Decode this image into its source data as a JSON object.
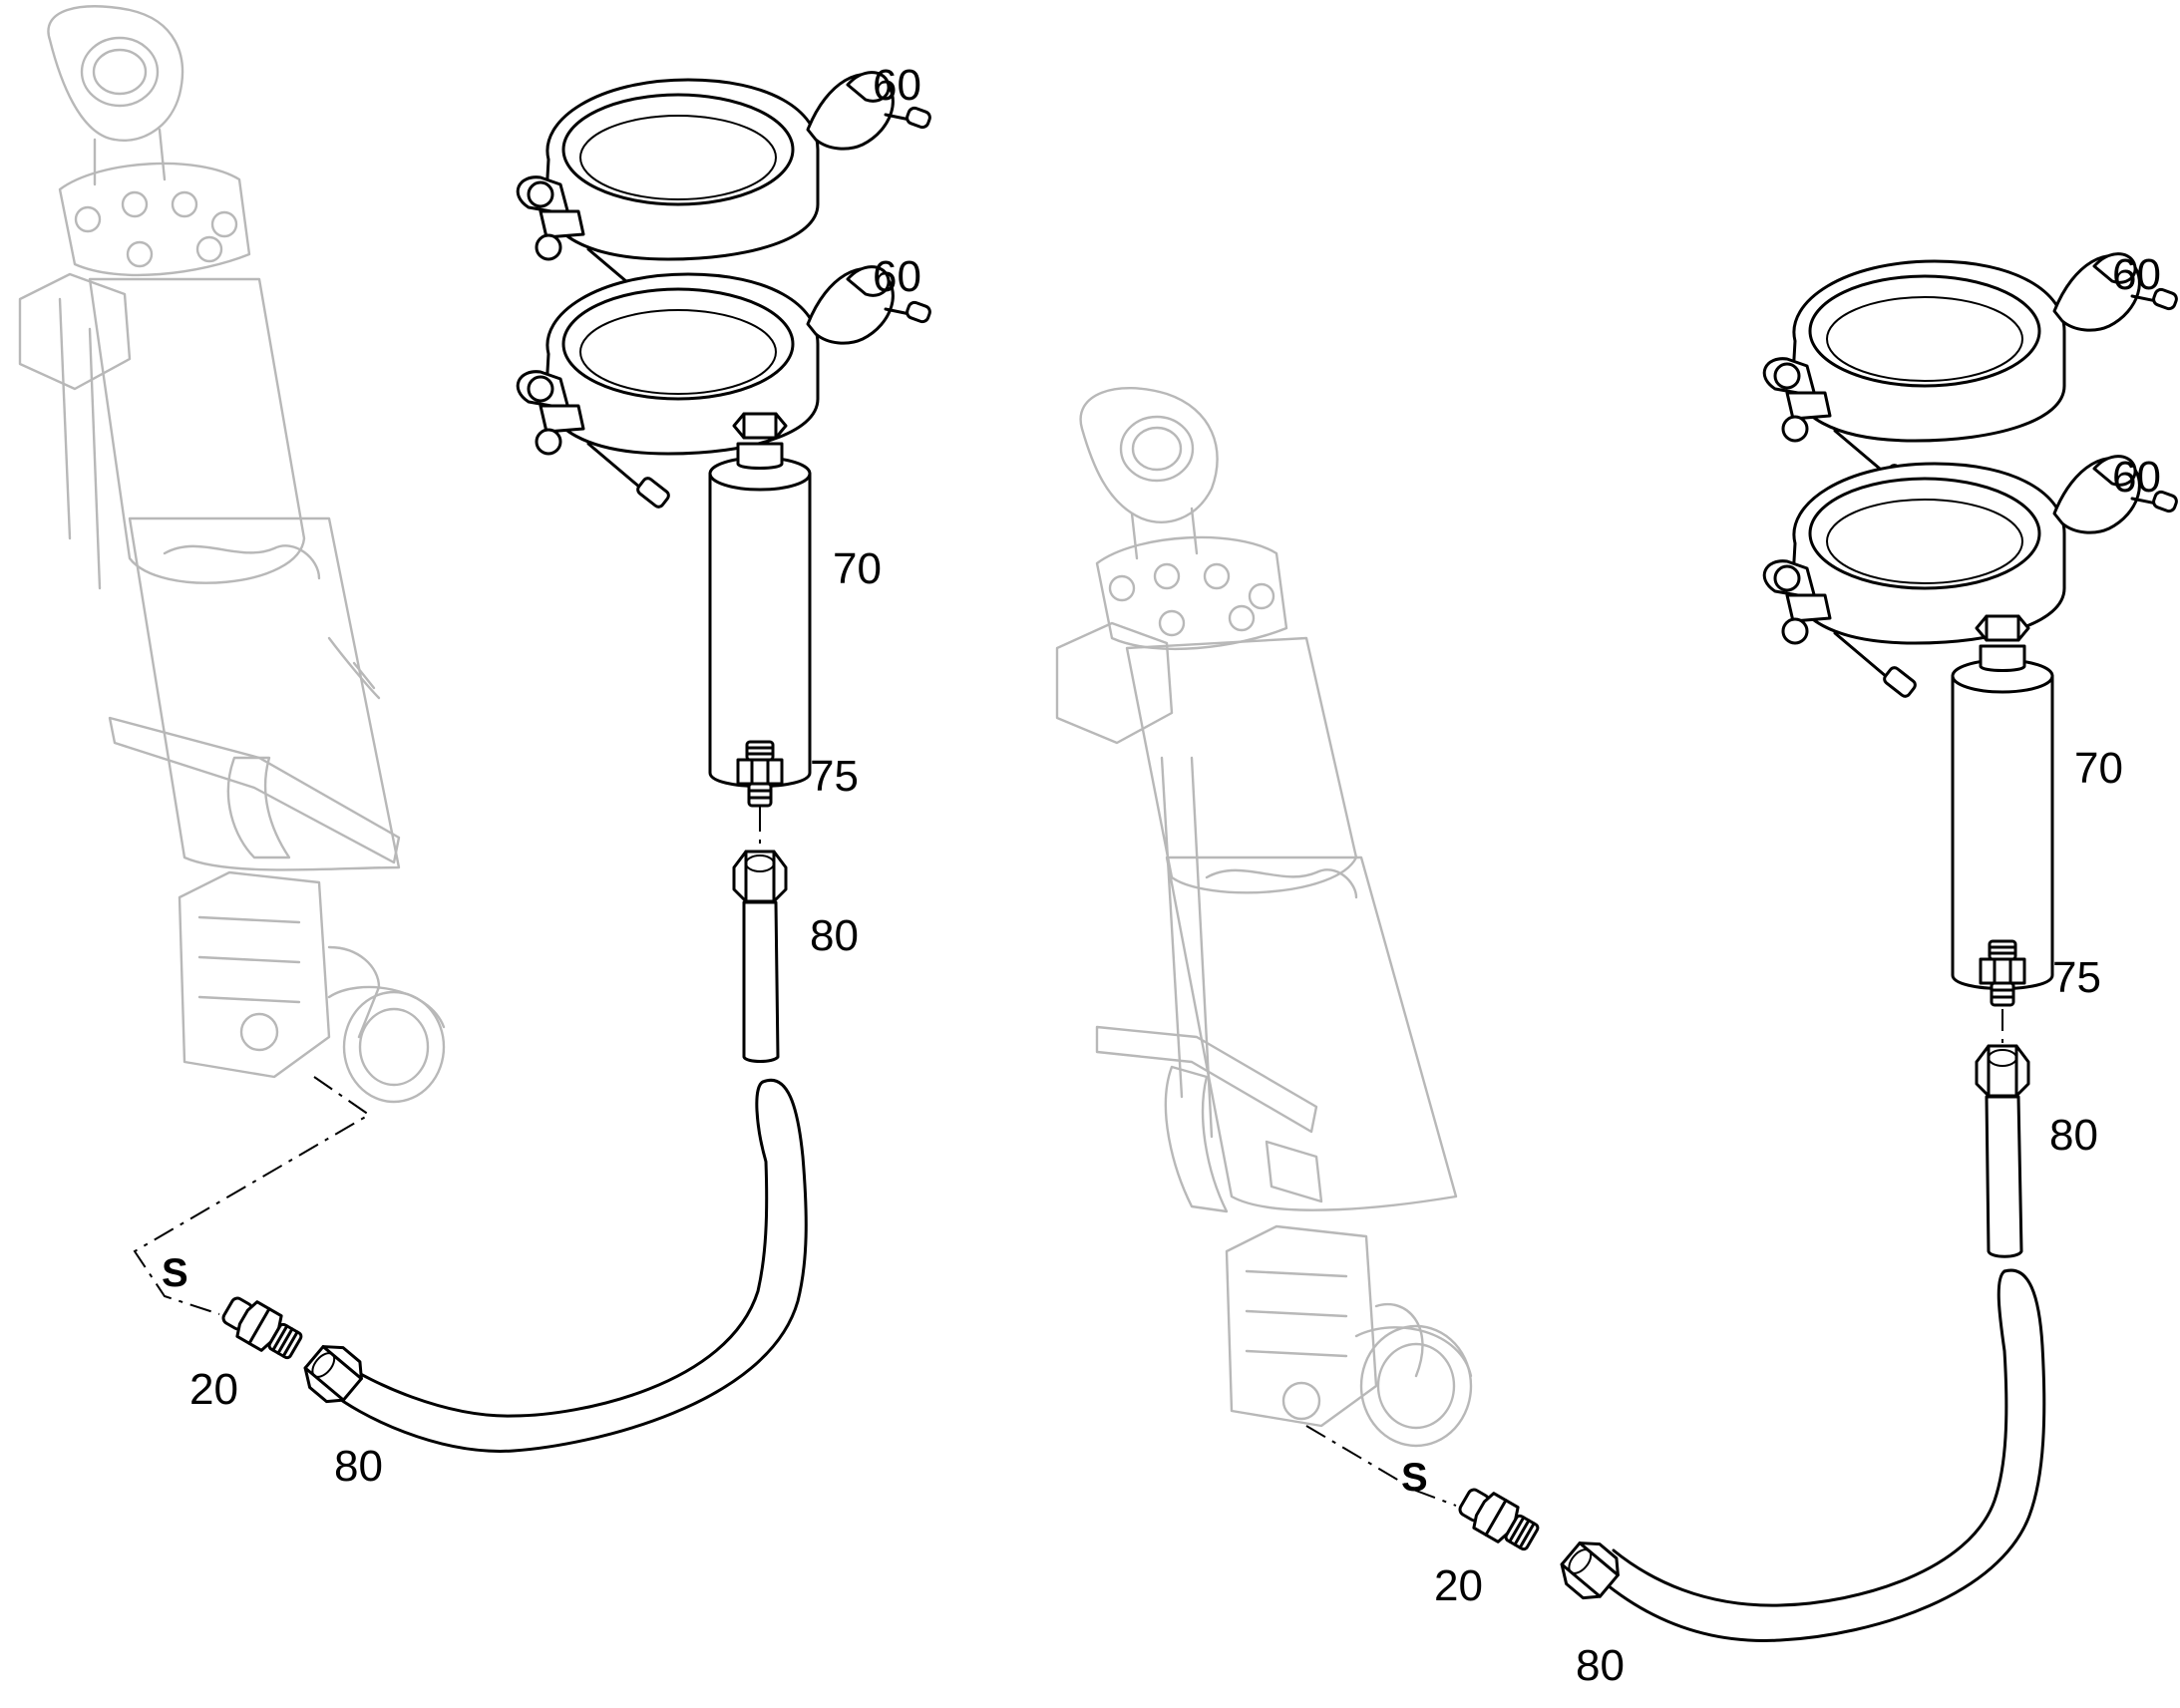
{
  "views": [
    {
      "callouts": {
        "clamp_top": "60",
        "clamp_second": "60",
        "accumulator": "70",
        "adapter": "75",
        "hose_upper": "80",
        "connection_point": "S",
        "fitting": "20",
        "hose_lower": "80"
      }
    },
    {
      "callouts": {
        "clamp_top": "60",
        "clamp_second": "60",
        "accumulator": "70",
        "adapter": "75",
        "hose_upper": "80",
        "connection_point": "S",
        "fitting": "20",
        "hose_lower": "80"
      }
    }
  ]
}
